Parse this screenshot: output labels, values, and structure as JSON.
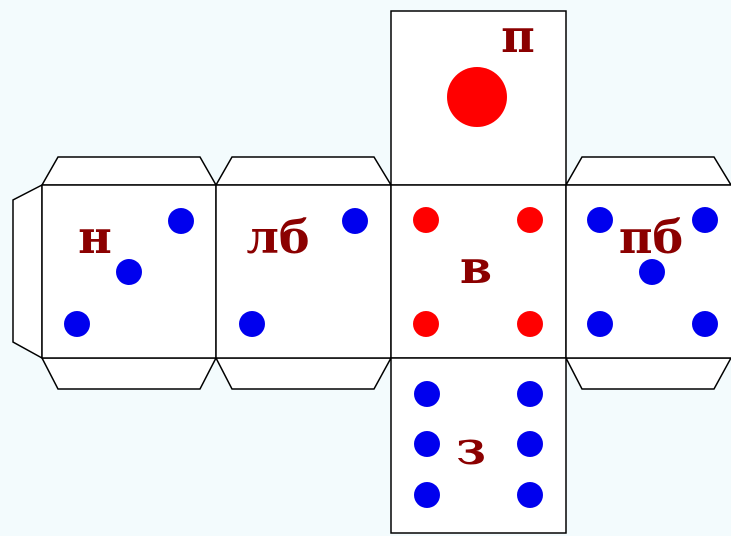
{
  "net": {
    "faces": [
      {
        "id": "top",
        "label": "п",
        "pips": 1
      },
      {
        "id": "left-far",
        "label": "н",
        "pips": 3
      },
      {
        "id": "left",
        "label": "лб",
        "pips": 2
      },
      {
        "id": "center",
        "label": "в",
        "pips": 4
      },
      {
        "id": "right",
        "label": "пб",
        "pips": 5
      },
      {
        "id": "bottom",
        "label": "з",
        "pips": 6
      }
    ]
  },
  "colors": {
    "background": "#f3fbfd",
    "face_fill": "#ffffff",
    "stroke": "#000000",
    "label": "#8b0000",
    "pip_blue": "#0000ee",
    "pip_red": "#ff0000"
  }
}
